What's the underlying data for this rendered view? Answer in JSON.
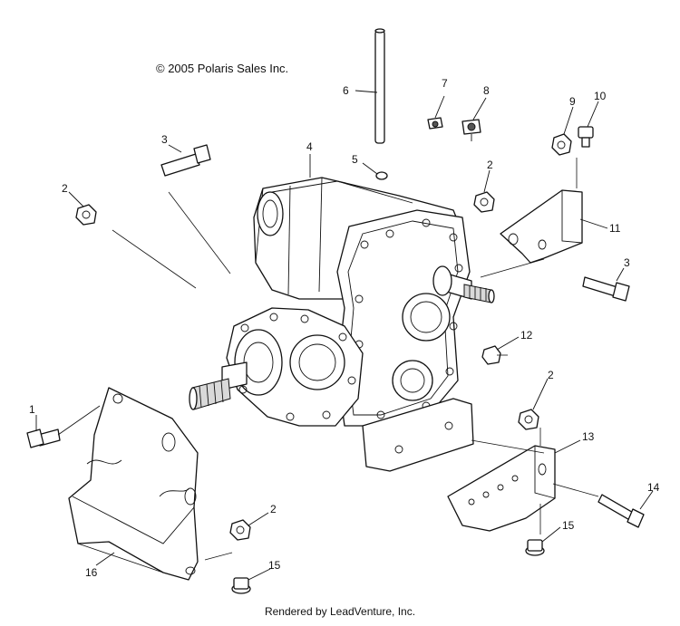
{
  "copyright": "© 2005 Polaris Sales Inc.",
  "footer": "Rendered by LeadVenture, Inc.",
  "callouts": {
    "c1": "1",
    "c2a": "2",
    "c2b": "2",
    "c2c": "2",
    "c2d": "2",
    "c3a": "3",
    "c3b": "3",
    "c4": "4",
    "c5": "5",
    "c6": "6",
    "c7": "7",
    "c8": "8",
    "c9": "9",
    "c10": "10",
    "c11": "11",
    "c12": "12",
    "c13": "13",
    "c14": "14",
    "c15a": "15",
    "c15b": "15",
    "c16": "16"
  }
}
